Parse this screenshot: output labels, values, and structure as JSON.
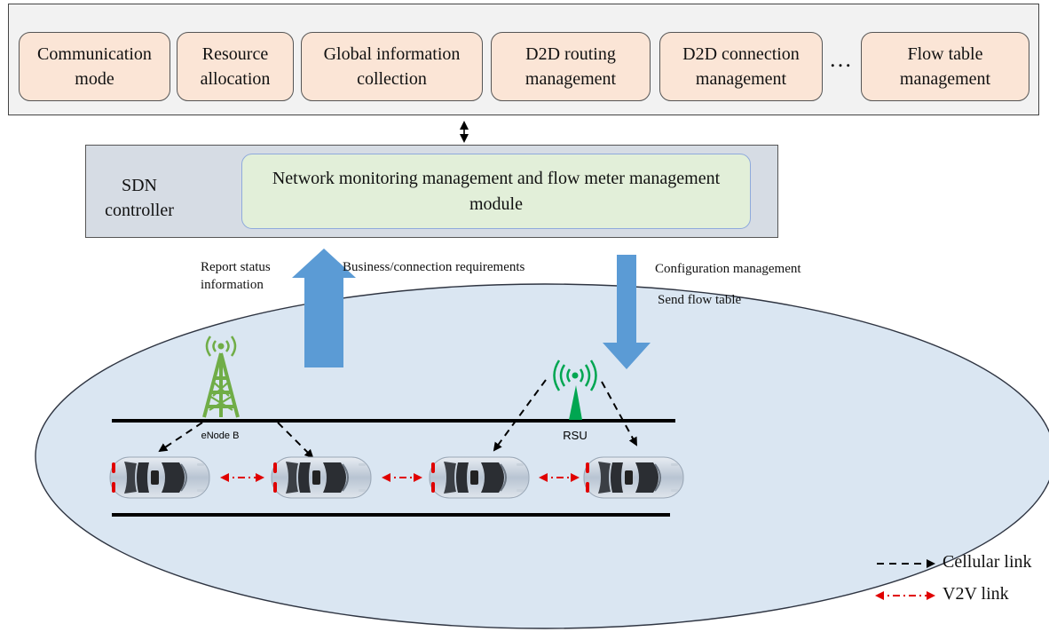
{
  "app_layer": {
    "modules": [
      {
        "line1": "Communication",
        "line2": "mode"
      },
      {
        "line1": "Resource",
        "line2": "allocation"
      },
      {
        "line1": "Global information",
        "line2": "collection"
      },
      {
        "line1": "D2D routing",
        "line2": "management"
      },
      {
        "line1": "D2D connection",
        "line2": "management"
      },
      {
        "line1": "Flow table",
        "line2": "management"
      }
    ],
    "ellipsis": "…"
  },
  "controller": {
    "label_line1": "SDN",
    "label_line2": "controller",
    "module_line1": "Network monitoring management and flow meter management",
    "module_line2": "module"
  },
  "uplink": {
    "report_line1": "Report status",
    "report_line2": "information",
    "requirements": "Business/connection requirements"
  },
  "downlink": {
    "config": "Configuration management",
    "send": "Send flow table"
  },
  "network": {
    "enodeb_label": "eNode B",
    "rsu_label": "RSU"
  },
  "legend": {
    "cellular": "Cellular link",
    "v2v": "V2V link"
  },
  "colors": {
    "app_box_fill": "#fbe5d6",
    "module_fill": "#e2efd9",
    "controller_fill": "#d6dce4",
    "ellipse_fill": "#dae6f2",
    "arrow_blue": "#5b9bd5",
    "tower_green": "#70ad47",
    "rsu_green": "#00a651",
    "v2v_red": "#e00000"
  }
}
